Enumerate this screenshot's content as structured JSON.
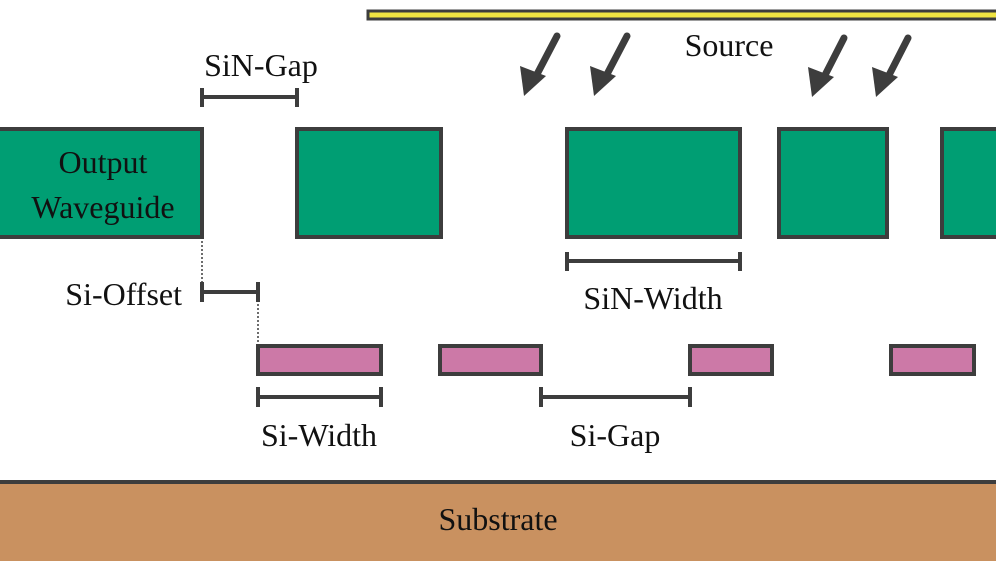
{
  "labels": {
    "source": "Source",
    "sin_gap": "SiN-Gap",
    "output_waveguide_line1": "Output",
    "output_waveguide_line2": "Waveguide",
    "si_offset": "Si-Offset",
    "sin_width": "SiN-Width",
    "si_width": "Si-Width",
    "si_gap": "Si-Gap",
    "substrate": "Substrate"
  },
  "colors": {
    "sin_fill": "#009e73",
    "si_fill": "#cc79a7",
    "substrate_fill": "#c99160",
    "source_fill": "#f0e442",
    "outline": "#3d3d3d"
  },
  "icons": {
    "source_arrows": "arrow-down-left-icon"
  }
}
